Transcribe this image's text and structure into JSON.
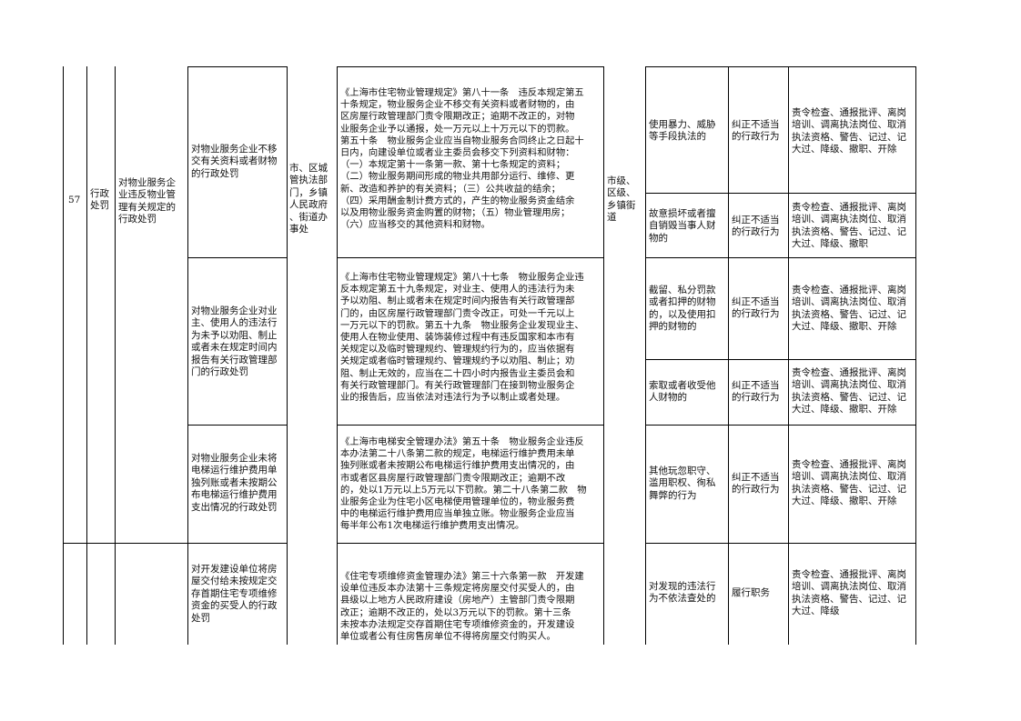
{
  "row57": {
    "number": "57",
    "category": "行政\n处罚",
    "item_name": "对物业服务企\n业违反物业管\n理有关规定的\n行政处罚",
    "subject": "市、区城\n管执法部\n门，乡镇\n人民政府\n、街道办\n事处",
    "level": "市级、\n区级、\n乡镇街\n道",
    "subitems": [
      {
        "name": "对物业服务企业不移\n交有关资料或者财物\n的行政处罚",
        "basis": "《上海市住宅物业管理规定》第八十一条　违反本规定第五\n十条规定，物业服务企业不移交有关资料或者财物的，由\n区房屋行政管理部门责令限期改正；逾期不改正的，对物\n业服务企业予以通报，处一万元以上十万元以下的罚款。\n第五十条　物业服务企业应当自物业服务合同终止之日起十\n日内，向建设单位或者业主委员会移交下列资料和财物：\n（一）本规定第十一条第一款、第十七条规定的资料；\n（二）物业服务期间形成的物业共用部分运行、维修、更\n新、改造和养护的有关资料；（三）公共收益的结余；\n（四）采用酬金制计费方式的，产生的物业服务资金结余\n以及用物业服务资金购置的财物；（五）物业管理用房；\n（六）应当移交的其他资料和财物。"
      },
      {
        "name": "对物业服务企业对业\n主、使用人的违法行\n为未予以劝阻、制止\n或者未在规定时间内\n报告有关行政管理部\n门的行政处罚",
        "basis": "《上海市住宅物业管理规定》第八十七条　物业服务企业违\n反本规定第五十九条规定，对业主、使用人的违法行为未\n予以劝阻、制止或者未在规定时间内报告有关行政管理部\n门的，由区房屋行政管理部门责令改正，可处一千元以上\n一万元以下的罚款。第五十九条　物业服务企业发现业主、\n使用人在物业使用、装饰装修过程中有违反国家和本市有\n关规定以及临时管理规约、管理规约行为的，应当依据有\n关规定或者临时管理规约、管理规约予以劝阻、制止；劝\n阻、制止无效的，应当在二十四小时内报告业主委员会和\n有关行政管理部门。有关行政管理部门在接到物业服务企\n业的报告后，应当依法对违法行为予以制止或者处理。"
      },
      {
        "name": "对物业服务企业未将\n电梯运行维护费用单\n独列账或者未按期公\n布电梯运行维护费用\n支出情况的行政处罚",
        "basis": "《上海市电梯安全管理办法》第五十条　物业服务企业违反\n本办法第二十八条第二款的规定，电梯运行维护费用未单\n独列账或者未按期公布电梯运行维护费用支出情况的，由\n市或者区县房屋行政管理部门责令限期改正；逾期不改\n的，处以1万元以上5万元以下罚款。第二十八条第二款　物\n业服务企业为住宅小区电梯使用管理单位的，物业服务费\n中的电梯运行维护费用应当单独立账。物业服务企业应当\n每半年公布1次电梯运行维护费用支出情况。"
      }
    ],
    "accountability": [
      {
        "situation": "使用暴力、威胁\n等手段执法的",
        "type": "纠正不适当\n的行政行为",
        "measures": "责令检查、通报批评、离岗\n培训、调离执法岗位、取消\n执法资格、警告、记过、记\n大过、降级、撤职、开除"
      },
      {
        "situation": "故意损坏或者擅\n自销毁当事人财\n物的",
        "type": "纠正不适当\n的行政行为",
        "measures": "责令检查、通报批评、离岗\n培训、调离执法岗位、取消\n执法资格、警告、记过、记\n大过、降级、撤职"
      },
      {
        "situation": "截留、私分罚款\n或者扣押的财物\n的，以及使用扣\n押的财物的",
        "type": "纠正不适当\n的行政行为",
        "measures": "责令检查、通报批评、离岗\n培训、调离执法岗位、取消\n执法资格、警告、记过、记\n大过、降级、撤职、开除"
      },
      {
        "situation": "索取或者收受他\n人财物的",
        "type": "纠正不适当\n的行政行为",
        "measures": "责令检查、通报批评、离岗\n培训、调离执法岗位、取消\n执法资格、警告、记过、记\n大过、降级、撤职、开除"
      },
      {
        "situation": "其他玩忽职守、\n滥用职权、徇私\n舞弊的行为",
        "type": "纠正不适当\n的行政行为",
        "measures": "责令检查、通报批评、离岗\n培训、调离执法岗位、取消\n执法资格、警告、记过、记\n大过、降级、撤职、开除"
      }
    ]
  },
  "row58": {
    "item_name": "对开发建设单位将房\n屋交付给未按规定交\n存首期住宅专项维修\n资金的买受人的行政\n处罚",
    "basis": "《住宅专项维修资金管理办法》第三十六条第一款　开发建\n设单位违反本办法第十三条规定将房屋交付买受人的，由\n县级以上地方人民政府建设（房地产）主管部门责令限期\n改正；逾期不改正的，处以3万元以下的罚款。第十三条\n未按本办法规定交存首期住宅专项维修资金的，开发建设\n单位或者公有住房售房单位不得将房屋交付购买人。",
    "situation": "对发现的违法行\n为不依法查处的",
    "type": "履行职务",
    "measures": "责令检查、通报批评、离岗\n培训、调离执法岗位、取消\n执法资格、警告、记过、记\n大过、降级"
  }
}
